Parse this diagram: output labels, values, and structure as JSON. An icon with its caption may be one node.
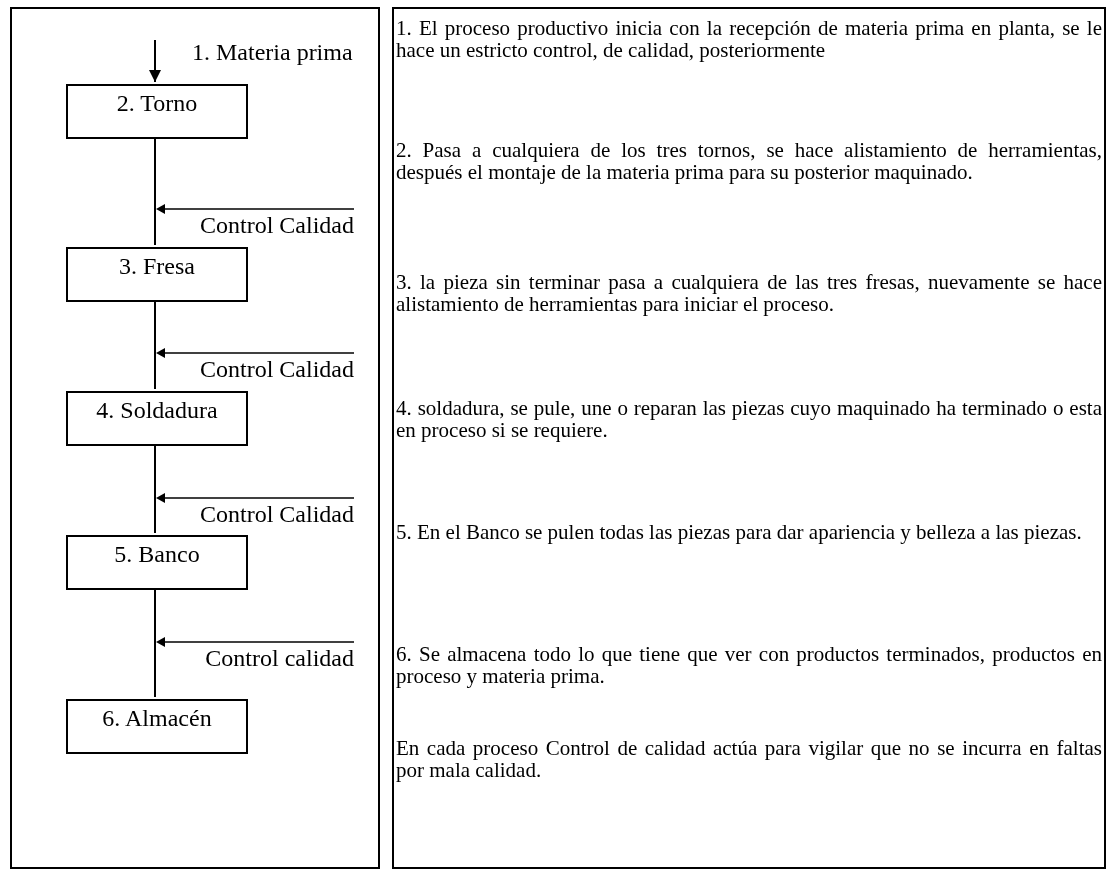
{
  "diagram": {
    "nodes": [
      {
        "text": [],
        "shape": "box"
      },
      {
        "text": [
          "2. Torno"
        ],
        "in": 0
      },
      {
        "text": [
          "3. Fresa"
        ],
        "in": 0
      },
      {
        "text": [
          "4. Soldadura"
        ],
        "in": 0
      },
      {
        "text": [
          "5. Banco"
        ],
        "in": 0
      },
      {
        "text": [
          "6. Almacén"
        ],
        "in": 0
      },
      {
        "text": [
          "1. El proceso productivo inicia con la recepción de materia prima en planta, se le hace un estricto control, de calidad, posteriormente",
          "2. Pasa a cualquiera de los tres tornos, se hace alistamiento de herramientas, después el montaje de la materia prima para su posterior maquinado.",
          "3. la pieza sin terminar pasa a  cualquiera de las tres fresas, nuevamente se hace alistamiento de herramientas para iniciar el proceso.",
          "4. soldadura, se pule, une o reparan las piezas cuyo maquinado ha terminado o esta en proceso si se requiere.",
          "5. En el Banco se pulen todas las piezas  para dar apariencia y belleza a las piezas.",
          "6. Se almacena todo lo que tiene que ver con productos terminados, productos en proceso y materia prima.",
          "En cada proceso Control de calidad actúa para vigilar que no se incurra en faltas por mala  calidad."
        ]
      }
    ],
    "edges": [
      {
        "from": null,
        "to": 1,
        "arrow": "to",
        "label": "1. Materia prima"
      },
      {
        "from": 1,
        "to": 2,
        "arrow": "none"
      },
      {
        "from": 2,
        "to": 3,
        "arrow": "none"
      },
      {
        "from": 3,
        "to": 4,
        "arrow": "none"
      },
      {
        "from": 4,
        "to": 5,
        "arrow": "none"
      }
    ],
    "labels": [
      "Control Calidad",
      "Control Calidad",
      "Control Calidad",
      "Control calidad"
    ]
  }
}
